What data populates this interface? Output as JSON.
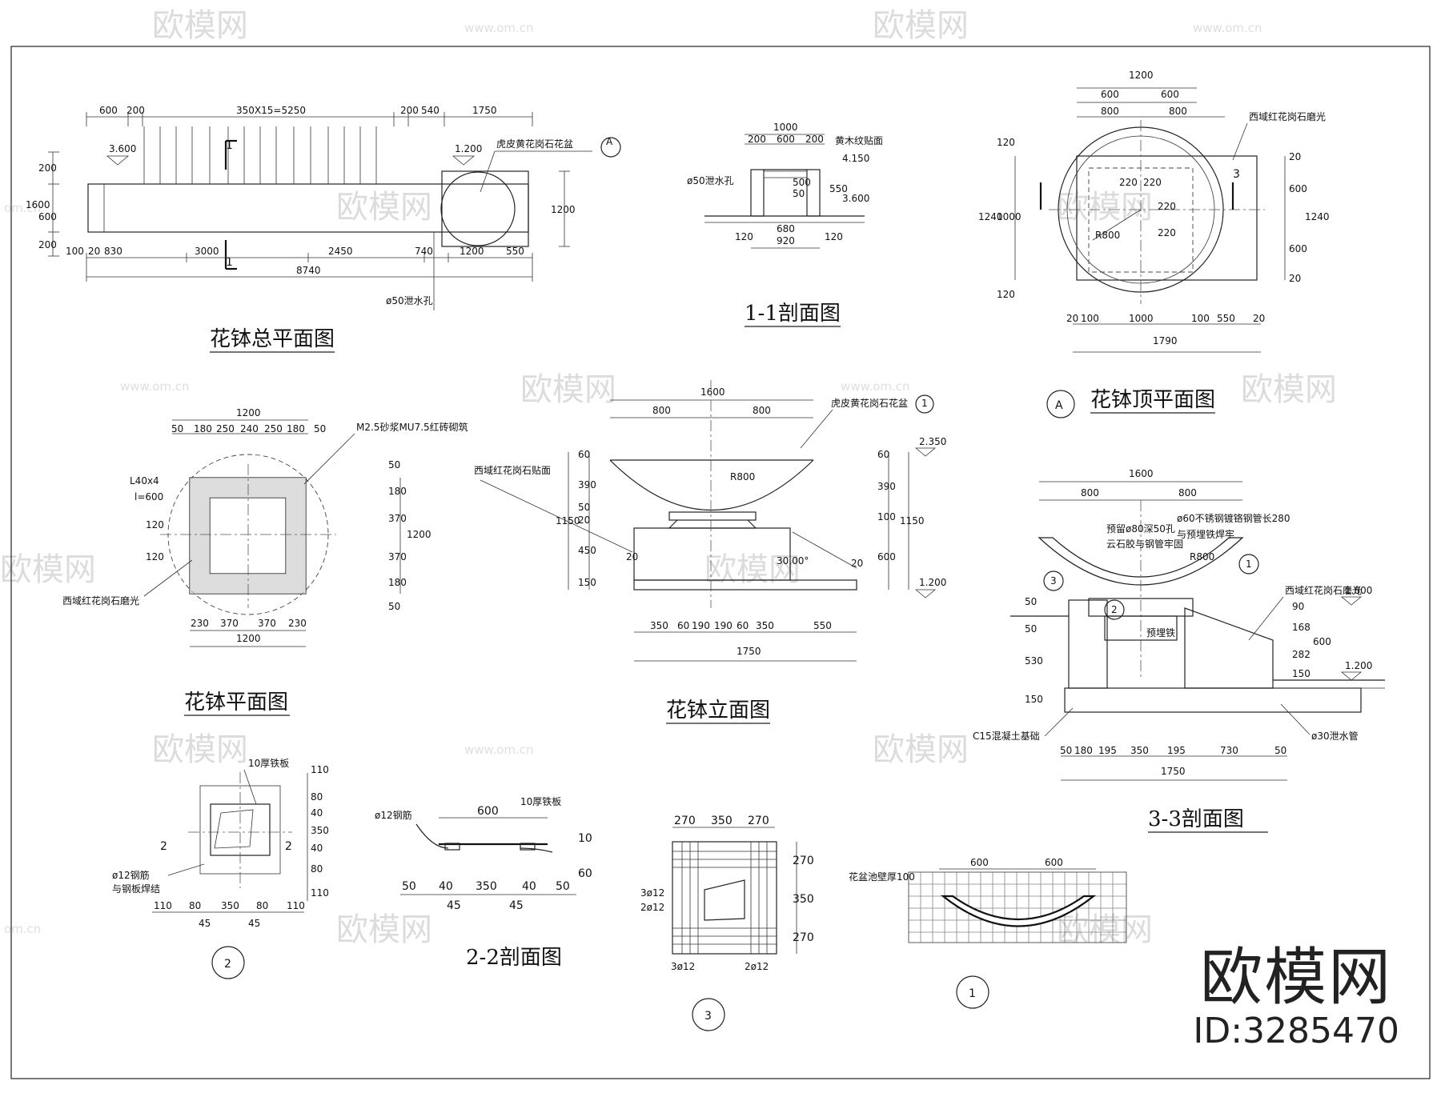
{
  "watermark": {
    "brand": "欧模网",
    "url": "www.om.cn",
    "url_short": "om.cn"
  },
  "drawings": {
    "plan_total": {
      "title": "花钵总平面图",
      "dims_top": [
        "600",
        "200",
        "350X15=5250",
        "200",
        "540",
        "1750"
      ],
      "dims_bottom": [
        "100",
        "20",
        "830",
        "3000",
        "2450",
        "740",
        "1200",
        "550"
      ],
      "dim_total": "8740",
      "dims_left": [
        "200",
        "1600",
        "600",
        "200"
      ],
      "dim_right": "1200",
      "elev_a": "3.600",
      "elev_b": "1.200",
      "section_mark": "1",
      "note_stone": "虎皮黄花岗石花盆",
      "note_drain": "ø50泄水孔",
      "ref_a": "A"
    },
    "section_11": {
      "title": "1-1剖面图",
      "dims_top": [
        "1000",
        "200",
        "600",
        "200"
      ],
      "note_top": "黄木纹贴面",
      "elev_1": "4.150",
      "elev_2": "3.600",
      "dims_mid": [
        "500",
        "50",
        "550"
      ],
      "note_drain": "ø50泄水孔",
      "dims_bottom": [
        "680",
        "120",
        "920",
        "120"
      ]
    },
    "top_plan": {
      "title": "花钵顶平面图",
      "ref": "A",
      "dims_top": [
        "1200",
        "600",
        "600",
        "800",
        "800"
      ],
      "dims_bottom": [
        "20",
        "100",
        "1000",
        "100",
        "550",
        "20"
      ],
      "dim_total": "1790",
      "dims_left": [
        "120",
        "1000",
        "1240",
        "120"
      ],
      "dims_right": [
        "20",
        "600",
        "1240",
        "600",
        "20"
      ],
      "radius": "R800",
      "inner_dims": [
        "220",
        "220",
        "220",
        "220"
      ],
      "note": "西域红花岗石磨光",
      "section_mark": "3"
    },
    "bowl_plan": {
      "title": "花钵平面图",
      "dims_top": [
        "1200",
        "50",
        "180",
        "250",
        "240",
        "250",
        "180",
        "50"
      ],
      "dims_bottom": [
        "230",
        "370",
        "370",
        "230"
      ],
      "dim_bottom_total": "1200",
      "dims_right": [
        "50",
        "180",
        "370",
        "370",
        "180",
        "50"
      ],
      "dim_right_total": "1200",
      "dims_left": [
        "120",
        "120"
      ],
      "note_brick": "M2.5砂浆MU7.5红砖砌筑",
      "note_angle": "L40x4",
      "note_angle_len": "l=600",
      "note_stone": "西域红花岗石磨光"
    },
    "elevation": {
      "title": "花钵立面图",
      "dims_top": [
        "1600",
        "800",
        "800"
      ],
      "dims_bottom": [
        "350",
        "60",
        "190",
        "190",
        "60",
        "350",
        "550"
      ],
      "dim_total": "1750",
      "dims_left": [
        "60",
        "390",
        "50",
        "20",
        "450",
        "150",
        "1150"
      ],
      "dims_right": [
        "60",
        "390",
        "100",
        "600",
        "1150"
      ],
      "radius": "R800",
      "angle": "30.00°",
      "small_dims": [
        "20",
        "20"
      ],
      "elev_top": "2.350",
      "elev_bottom": "1.200",
      "note_bowl": "虎皮黄花岗石花盆",
      "note_base": "西域红花岗石贴面",
      "ref": "1"
    },
    "section_33": {
      "title": "3-3剖面图",
      "dims_top": [
        "1600",
        "800",
        "800"
      ],
      "note_pipe": "ø60不锈钢镀铬钢管长280",
      "note_pipe2": "与预埋铁焊牢",
      "note_hole": "预留ø80深50孔",
      "note_glue": "云石胶与钢管牢固",
      "note_stone": "西域红花岗石磨光",
      "note_embed": "预埋铁",
      "note_found": "C15混凝土基础",
      "note_drain": "ø30泄水管",
      "elev_1": "1.800",
      "elev_2": "1.200",
      "dims_left": [
        "50",
        "50",
        "530",
        "150"
      ],
      "dims_right": [
        "90",
        "168",
        "600",
        "282",
        "150"
      ],
      "dims_bottom": [
        "50",
        "180",
        "195",
        "350",
        "195",
        "730",
        "50"
      ],
      "dim_total": "1750",
      "refs": [
        "3",
        "2",
        "1"
      ],
      "radius": "R800"
    },
    "detail_2": {
      "ref": "2",
      "note_plate": "10厚铁板",
      "note_bar": "ø12钢筋",
      "note_bar2": "与钢板焊结",
      "dims_right": [
        "110",
        "80",
        "40",
        "350",
        "40",
        "80",
        "110"
      ],
      "dims_bottom": [
        "110",
        "80",
        "350",
        "80",
        "110"
      ],
      "dims_bottom2": [
        "45",
        "45"
      ],
      "section_mark": "2"
    },
    "section_22": {
      "title": "2-2剖面图",
      "dim_top": "600",
      "note_bar": "ø12钢筋",
      "note_plate": "10厚铁板",
      "dims_bottom": [
        "50",
        "40",
        "350",
        "40",
        "50"
      ],
      "dims_bottom2": [
        "45",
        "45"
      ],
      "dims_right": [
        "10",
        "60"
      ]
    },
    "detail_3": {
      "ref": "3",
      "dims_top": [
        "270",
        "350",
        "270"
      ],
      "dims_right": [
        "270",
        "350",
        "270"
      ],
      "rebar": [
        "3ø12",
        "2ø12",
        "3ø12",
        "2ø12"
      ]
    },
    "detail_1": {
      "ref": "1",
      "dims_top": [
        "600",
        "600"
      ],
      "note": "花盆池壁厚100"
    }
  },
  "brand_mark": {
    "name": "欧模网",
    "id": "ID:3285470"
  }
}
